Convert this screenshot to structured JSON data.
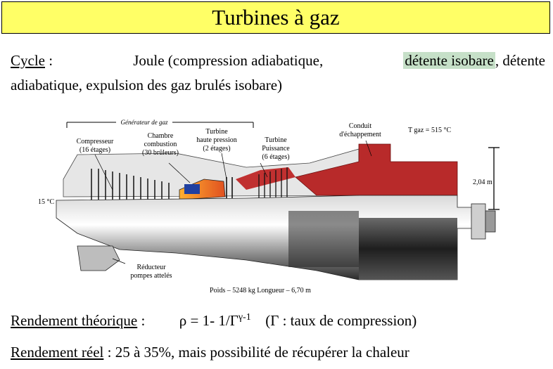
{
  "title": "Turbines à gaz",
  "cycle": {
    "label": "Cycle",
    "sep": " : ",
    "text_a": "Joule (compression adiabatique, ",
    "highlight": "détente isobare",
    "text_b": ", détente",
    "text_c": "adiabatique, expulsion des gaz brulés isobare)"
  },
  "diagram": {
    "generator": "Générateur de gaz",
    "compressor_1": "Compresseur",
    "compressor_2": "(16 étages)",
    "chamber_1": "Chambre",
    "chamber_2": "combustion",
    "chamber_3": "(30 brûleurs)",
    "hp_turbine_1": "Turbine",
    "hp_turbine_2": "haute pression",
    "hp_turbine_3": "(2 étages)",
    "power_turbine_1": "Turbine",
    "power_turbine_2": "Puissance",
    "power_turbine_3": "(6 étages)",
    "exhaust_1": "Conduit",
    "exhaust_2": "d'échappement",
    "t_gas": "T gaz = 515 °C",
    "height": "2,04 m",
    "inlet_temp": "15 °C",
    "reducer_1": "Réducteur",
    "reducer_2": "pompes attelés",
    "specs": "Poids – 5248 kg   Longueur – 6,70 m"
  },
  "rendement_theorique": {
    "label": "Rendement théorique",
    "sep": " :",
    "rho": "ρ = 1- 1/Γ",
    "exp": "γ-1",
    "note": "(Γ : taux de compression)"
  },
  "rendement_reel": {
    "label": "Rendement réel",
    "text": " : 25 à 35%, mais possibilité de récupérer la chaleur"
  }
}
